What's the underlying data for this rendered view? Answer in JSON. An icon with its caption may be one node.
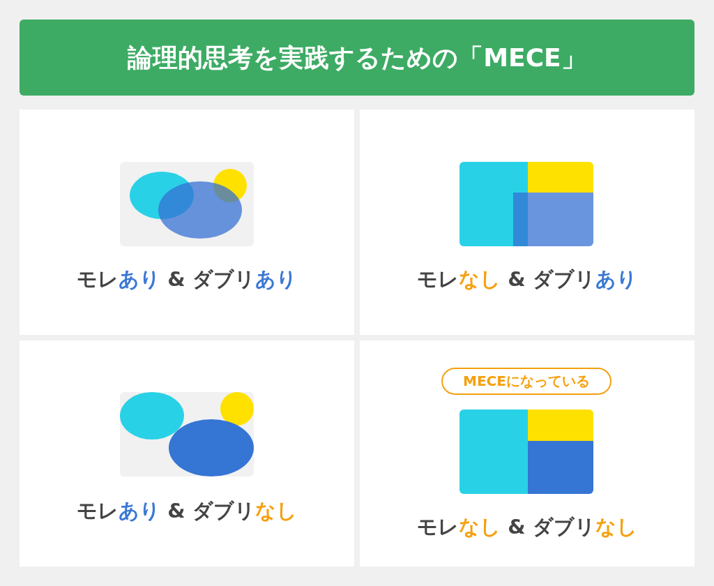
{
  "diagram": {
    "title": "論理的思考を実践するための「MECE」",
    "nodes": [
      {
        "text": [
          "モレ**あり** & ダブリ**あり**"
        ]
      },
      {
        "text": [
          "モレ**なし** & ダブリ**あり**"
        ]
      },
      {
        "text": [
          "モレ**あり** & ダブリ**なし**"
        ]
      },
      {
        "text": [
          "モレ**なし** & ダブリ**なし**"
        ]
      },
      {
        "text": [
          "MECEになっている"
        ],
        "in": 3
      }
    ]
  }
}
